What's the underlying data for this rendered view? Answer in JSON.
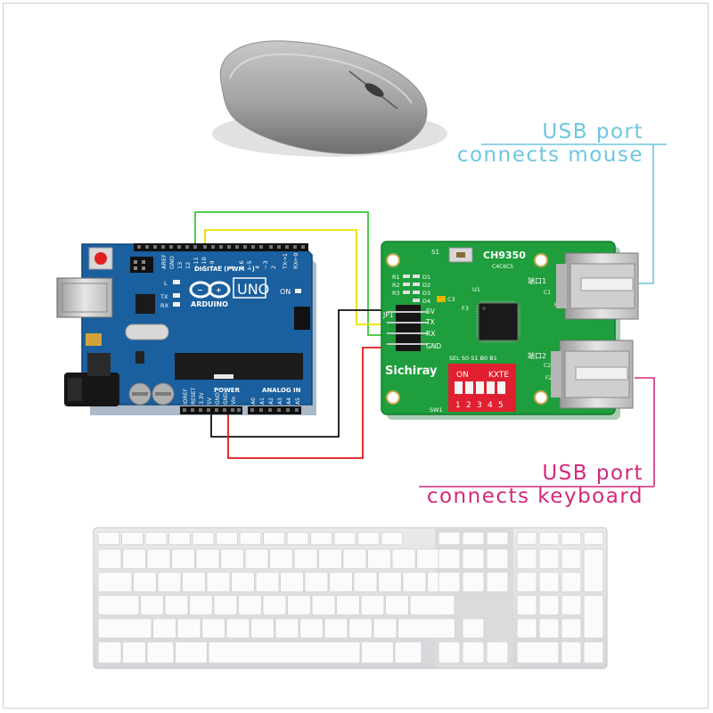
{
  "labels": {
    "mouse_line1": "USB port",
    "mouse_line2": "connects mouse",
    "keyboard_line1": "USB port",
    "keyboard_line2": "connects keyboard"
  },
  "colors": {
    "mouse_label": "#6ec6e0",
    "keyboard_label": "#d4287c",
    "arduino_board": "#1a5f9e",
    "module_board": "#1e9e3c",
    "wire_green": "#38c838",
    "wire_yellow": "#e8e000",
    "wire_black": "#111111",
    "wire_red": "#e01818"
  },
  "arduino": {
    "header_top": "DIGITAL (PWM ~)",
    "aref": "AREF",
    "gnd": "GND",
    "pin13": "13",
    "pin12": "12",
    "pin11": "~11",
    "pin10": "~10",
    "pin9": "~9",
    "pin8": "8",
    "pin7": "7",
    "pin6": "~6",
    "pin5": "~5",
    "pin4": "4",
    "pin3": "~3",
    "pin2": "2",
    "tx1": "TX→1",
    "rx0": "RX←0",
    "brand": "ARDUINO",
    "model": "UNO",
    "on": "ON",
    "led_l": "L",
    "led_tx": "TX",
    "led_rx": "RX",
    "power": "POWER",
    "analog": "ANALOG IN",
    "ioref": "IOREF",
    "reset": "RESET",
    "v33": "3.3V",
    "v5": "5V",
    "gnd1": "GND",
    "gnd2": "GND",
    "vin": "Vin",
    "a0": "A0",
    "a1": "A1",
    "a2": "A2",
    "a3": "A3",
    "a4": "A4",
    "a5": "A5"
  },
  "module": {
    "chip": "CH9350",
    "s1": "S1",
    "caps": "C4C6C5",
    "d1": "D1",
    "d2": "D2",
    "d3": "D3",
    "d4": "D4",
    "r1": "R1",
    "r2": "R2",
    "r3": "R3",
    "u1": "U1",
    "c3": "C3",
    "f3": "F3",
    "jp1": "JP1",
    "pin5v": "5V",
    "pintx": "TX",
    "pinrx": "RX",
    "pingnd": "GND",
    "port1": "端口1",
    "port2": "端口2",
    "c1": "C1",
    "c2": "C2",
    "f1": "F1",
    "f2": "F2",
    "brand": "Sichiray",
    "dip_header": "SEL S0  S1  B0  B1",
    "dip_on": "ON",
    "dip_kxte": "KXTE",
    "dip_n1": "1",
    "dip_n2": "2",
    "dip_n3": "3",
    "dip_n4": "4",
    "dip_n5": "5",
    "sw1": "SW1"
  }
}
